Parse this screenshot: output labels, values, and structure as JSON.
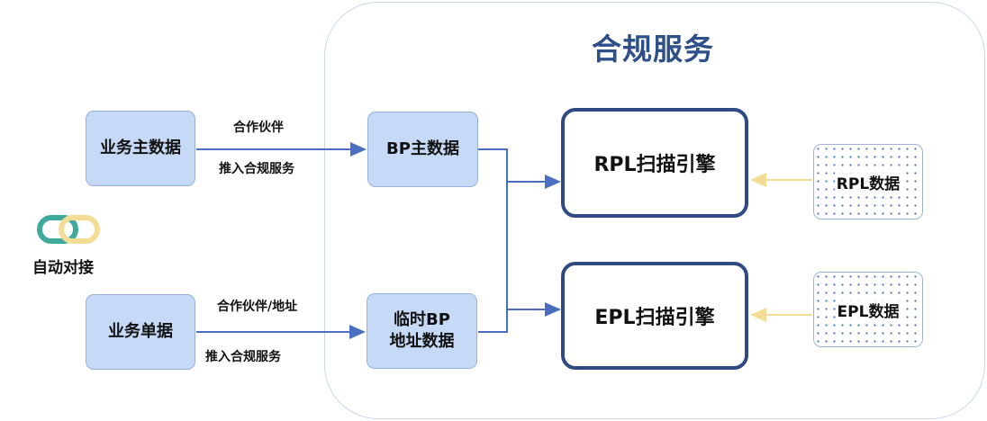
{
  "title": "合规服务",
  "left_boxes": {
    "master": "业务主数据",
    "doc": "业务单据"
  },
  "auto_connect": {
    "label": "自动对接",
    "icon": "chain-link-icon"
  },
  "arrow_labels": {
    "top_above": "合作伙伴",
    "top_below": "推入合规服务",
    "bottom_above": "合作伙伴/地址",
    "bottom_below": "推入合规服务"
  },
  "inner_boxes": {
    "bp_master": "BP主数据",
    "temp_line1": "临时BP",
    "temp_line2": "地址数据"
  },
  "engines": {
    "rpl": "RPL扫描引擎",
    "epl": "EPL扫描引擎"
  },
  "data_sources": {
    "rpl": "RPL数据",
    "epl": "EPL数据"
  },
  "colors": {
    "box_fill": "#c6d9f6",
    "engine_border": "#2f4a82",
    "arrow_blue": "#4a6fc1",
    "arrow_yellow": "#f3dd96",
    "title_color": "#2e4f88"
  }
}
